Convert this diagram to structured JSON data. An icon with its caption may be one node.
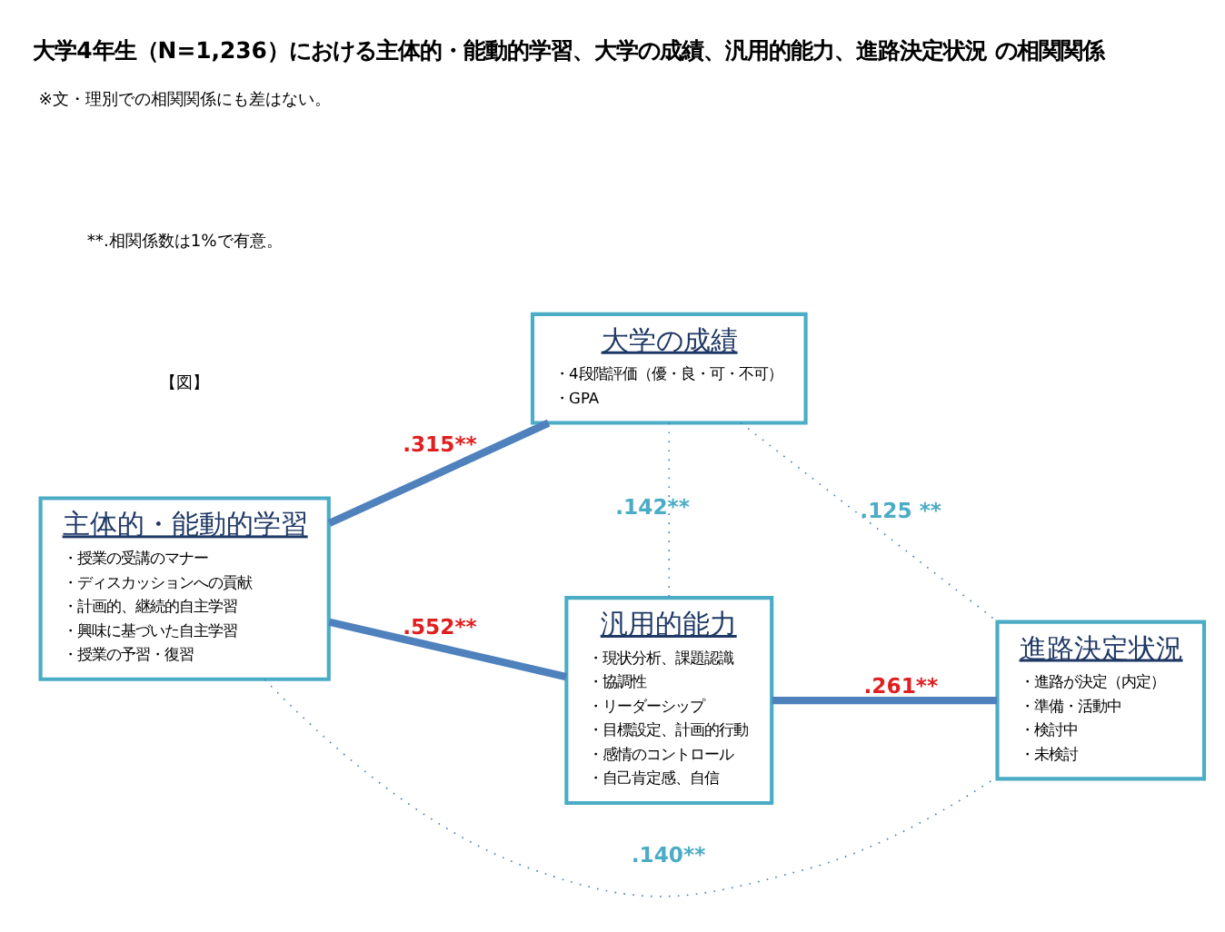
{
  "diagram": {
    "title": "大学4年生（N=1,236）における主体的・能動的学習、大学の成績、汎用的能力、進路決定状況 の相関関係",
    "nodes": [
      {
        "text": [
          "主体的・能動的学習",
          "・授業の受講のマナー",
          "・ディスカッションへの貢献",
          "・計画的、継続的自主学習",
          "・興味に基づいた自主学習",
          "・授業の予習・復習"
        ]
      },
      {
        "text": [
          "大学の成績",
          "・4段階評価（優・良・可・不可）",
          "・GPA"
        ]
      },
      {
        "text": [
          "汎用的能力",
          "・現状分析、課題認識",
          "・協調性",
          "・リーダーシップ",
          "・目標設定、計画的行動",
          "・感情のコントロール",
          "・自己肯定感、自信"
        ]
      },
      {
        "text": [
          "進路決定状況",
          "・進路が決定（内定）",
          "・準備・活動中",
          "・検討中",
          "・未検討"
        ]
      }
    ],
    "edges": [
      {
        "from": 0,
        "to": 1,
        "arrow": "none",
        "label": ".315**",
        "style": "thick"
      },
      {
        "from": 1,
        "to": 3,
        "arrow": "none",
        "label": ".125 **",
        "style": "dashed"
      },
      {
        "from": 1,
        "to": 2,
        "arrow": "none",
        "label": ".142**",
        "style": "dashed"
      },
      {
        "from": 0,
        "to": 3,
        "arrow": "none",
        "label": ".140**",
        "style": "dashed"
      },
      {
        "from": 0,
        "to": 2,
        "arrow": "none",
        "label": ".552**",
        "style": "thick"
      },
      {
        "from": 2,
        "to": 3,
        "arrow": "none",
        "label": ".261**",
        "style": "thick"
      }
    ],
    "labels": [
      "【図】",
      "**.相関係数は1%で有意。",
      "※文・理別での相関関係にも差はない。"
    ]
  }
}
